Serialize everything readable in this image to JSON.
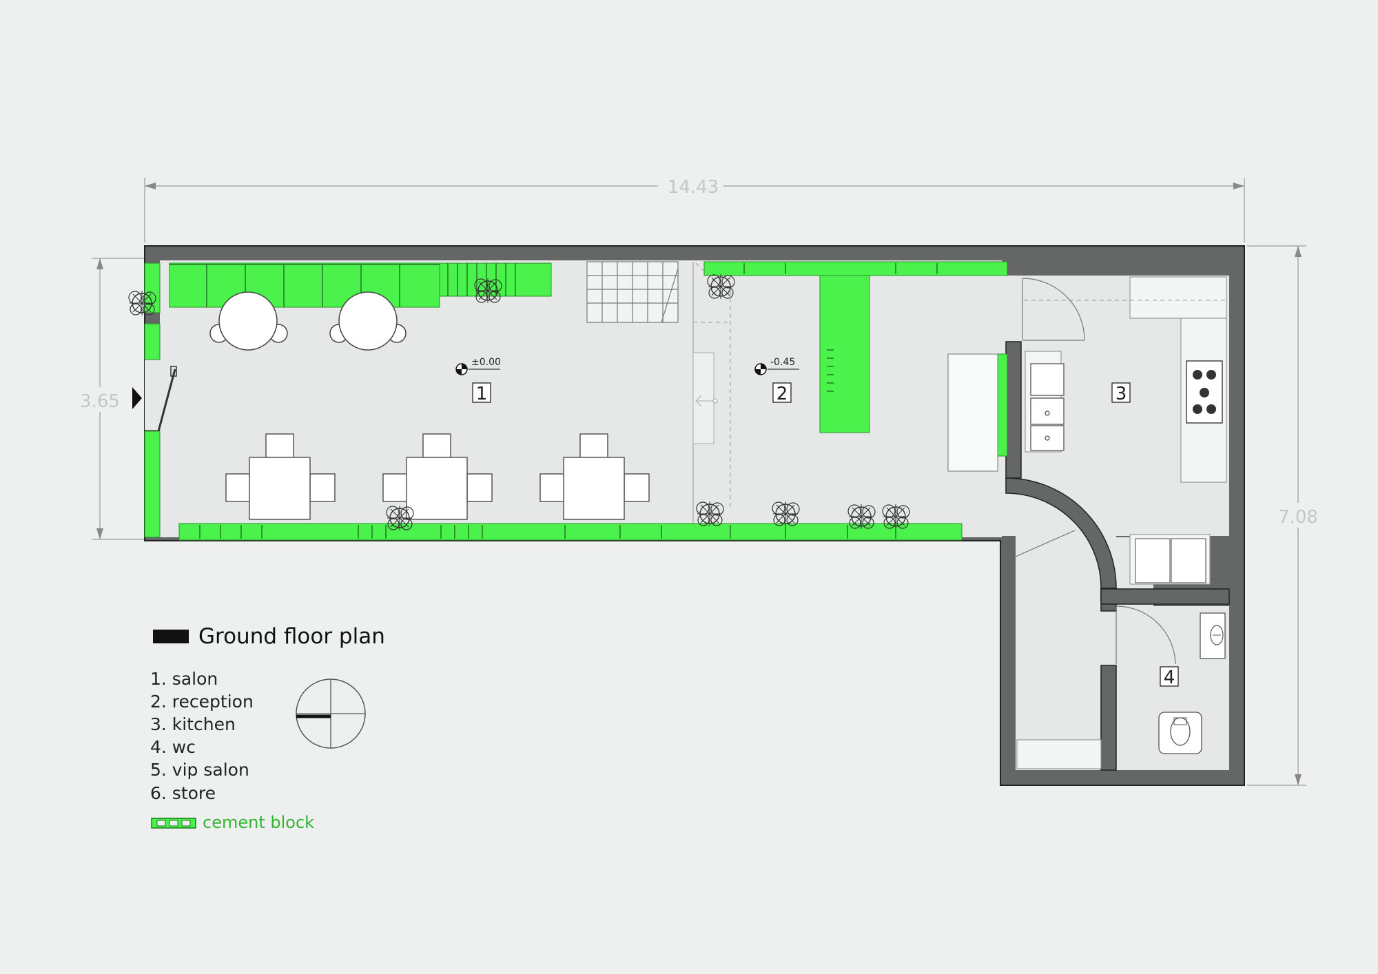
{
  "dimensions": {
    "width": "14.43",
    "depth_left": "3.65",
    "depth_right": "7.08"
  },
  "levels": {
    "salon": "±0.00",
    "reception": "-0.45"
  },
  "rooms": [
    {
      "num": "1"
    },
    {
      "num": "2"
    },
    {
      "num": "3"
    },
    {
      "num": "4"
    }
  ],
  "legend": {
    "title": "Ground floor plan",
    "items": [
      "1.  salon",
      "2.  reception",
      "3.  kitchen",
      "4.  wc",
      "5.  vip salon",
      "6.  store"
    ],
    "cement_block": "cement block"
  },
  "colors": {
    "wall": "#656767",
    "floor": "#e6e8e8",
    "cement_block": "#4cf24c",
    "background": "#eef0f0"
  },
  "icons": [
    "entrance-arrow-icon",
    "level-marker-icon",
    "north-arrow-icon",
    "plant-icon",
    "stove-icon",
    "sink-icon",
    "toilet-icon"
  ]
}
